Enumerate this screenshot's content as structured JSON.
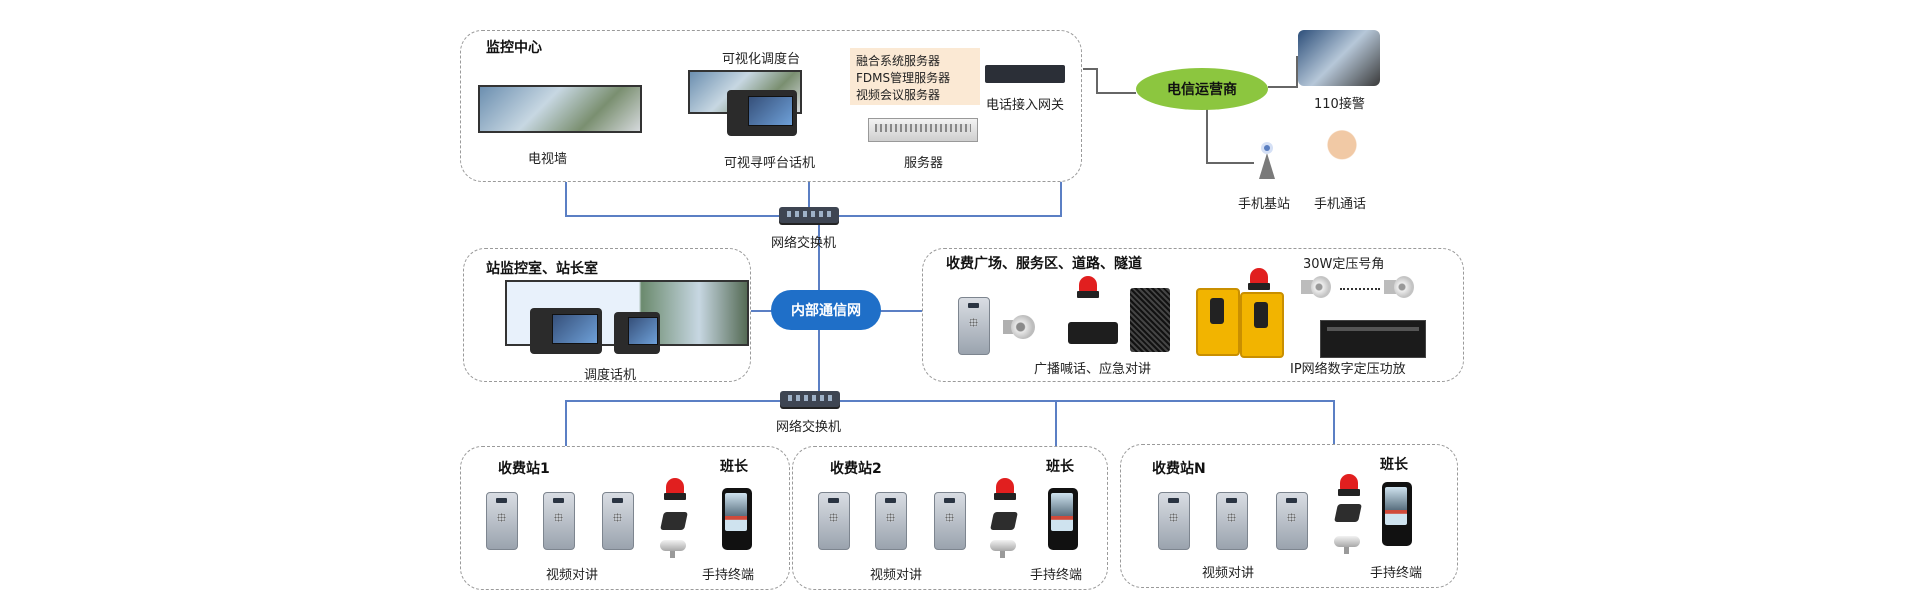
{
  "monitor_center": {
    "title": "监控中心",
    "tv_wall": "电视墙",
    "dispatch_desk": "可视化调度台",
    "video_intercom_phone": "可视寻呼台话机",
    "server_notes": [
      "融合系统服务器",
      "FDMS管理服务器",
      "视频会议服务器"
    ],
    "gateway": "电话接入网关",
    "servers": "服务器"
  },
  "telecom": {
    "operator": "电信运营商",
    "police": "110接警",
    "base_station": "手机基站",
    "mobile_call": "手机通话"
  },
  "network": {
    "switch_top": "网络交换机",
    "internal": "内部通信网",
    "switch_bottom": "网络交换机"
  },
  "station_monitor": {
    "title": "站监控室、站长室",
    "dispatch_phone": "调度话机"
  },
  "toll_area": {
    "title": "收费广场、服务区、道路、隧道",
    "horn": "30W定压号角",
    "broadcast": "广播喊话、应急对讲",
    "amplifier": "IP网络数字定压功放"
  },
  "stations": [
    {
      "title": "收费站1",
      "leader": "班长",
      "intercom": "视频对讲",
      "handheld": "手持终端"
    },
    {
      "title": "收费站2",
      "leader": "班长",
      "intercom": "视频对讲",
      "handheld": "手持终端"
    },
    {
      "title": "收费站N",
      "leader": "班长",
      "intercom": "视频对讲",
      "handheld": "手持终端"
    }
  ],
  "colors": {
    "link": "#5b7fc4",
    "internal_net": "#1f6fc8",
    "operator": "#8cc63f",
    "notes_bg": "#fbe9d4"
  }
}
